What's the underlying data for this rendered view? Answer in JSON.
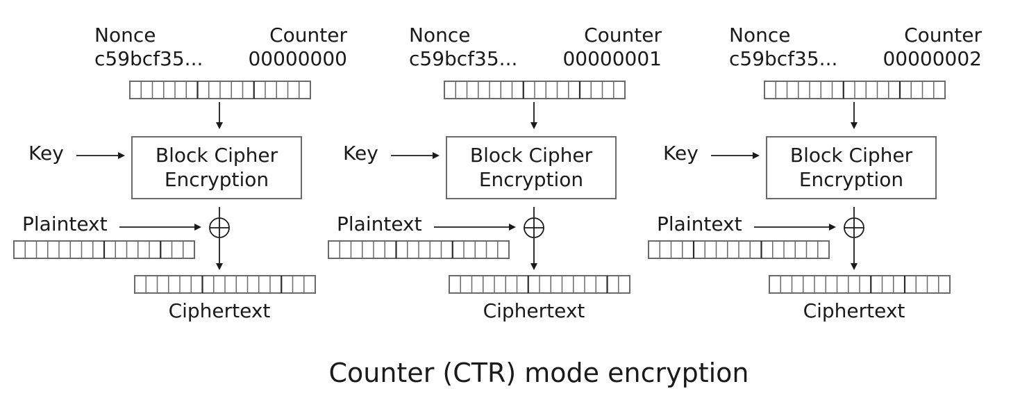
{
  "caption": "Counter (CTR) mode encryption",
  "stages": [
    {
      "nonce_label": "Nonce",
      "nonce_value": "c59bcf35...",
      "counter_label": "Counter",
      "counter_value": "00000000",
      "key_label": "Key",
      "cipher_line1": "Block Cipher",
      "cipher_line2": "Encryption",
      "plaintext_label": "Plaintext",
      "ciphertext_label": "Ciphertext"
    },
    {
      "nonce_label": "Nonce",
      "nonce_value": "c59bcf35...",
      "counter_label": "Counter",
      "counter_value": "00000001",
      "key_label": "Key",
      "cipher_line1": "Block Cipher",
      "cipher_line2": "Encryption",
      "plaintext_label": "Plaintext",
      "ciphertext_label": "Ciphertext"
    },
    {
      "nonce_label": "Nonce",
      "nonce_value": "c59bcf35...",
      "counter_label": "Counter",
      "counter_value": "00000002",
      "key_label": "Key",
      "cipher_line1": "Block Cipher",
      "cipher_line2": "Encryption",
      "plaintext_label": "Plaintext",
      "ciphertext_label": "Ciphertext"
    }
  ]
}
